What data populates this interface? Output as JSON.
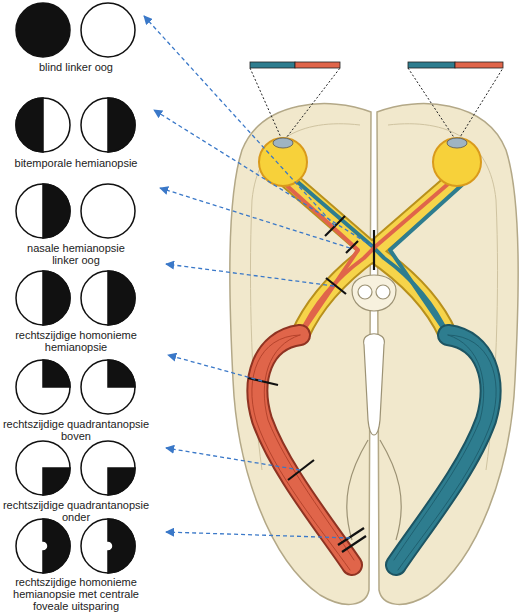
{
  "diagram": {
    "labels": [
      "blind linker oog",
      "bitemporale hemianopsie",
      "nasale hemianopsie linker oog",
      "rechtszijdige homonieme hemianopsie",
      "rechtszijdige quadrantanopsie boven",
      "rechtszijdige quadrantanopsie onder",
      "rechtszijdige homonieme hemianopsie met centrale foveale uitsparing"
    ]
  }
}
